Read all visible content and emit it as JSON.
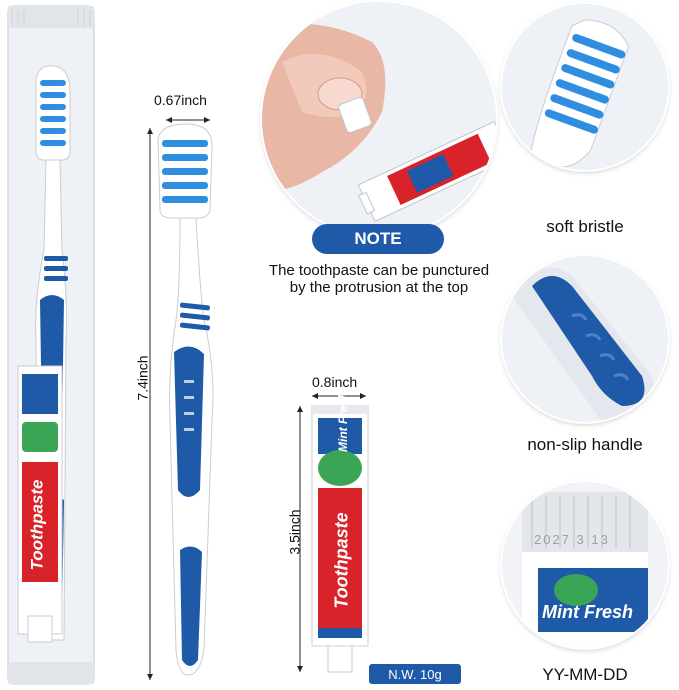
{
  "dimensions": {
    "head_width": "0.67inch",
    "brush_length": "7.4inch",
    "tube_width": "0.8inch",
    "tube_length": "3.5inch"
  },
  "note": {
    "badge": "NOTE",
    "text": "The toothpaste can be punctured by the protrusion at the top"
  },
  "features": {
    "bristle": "soft bristle",
    "handle": "non-slip handle",
    "date": "YY-MM-DD"
  },
  "tube": {
    "brand": "Toothpaste",
    "flavor_line1": "Mint",
    "flavor_line2": "Fresh",
    "net_weight": "N.W. 10g",
    "crimp_code": "2027 3 13"
  },
  "colors": {
    "brand_blue": "#1f5aa8",
    "bristle_blue": "#2f8ee0",
    "tube_red": "#d8232a",
    "mint_green": "#3aa655"
  }
}
